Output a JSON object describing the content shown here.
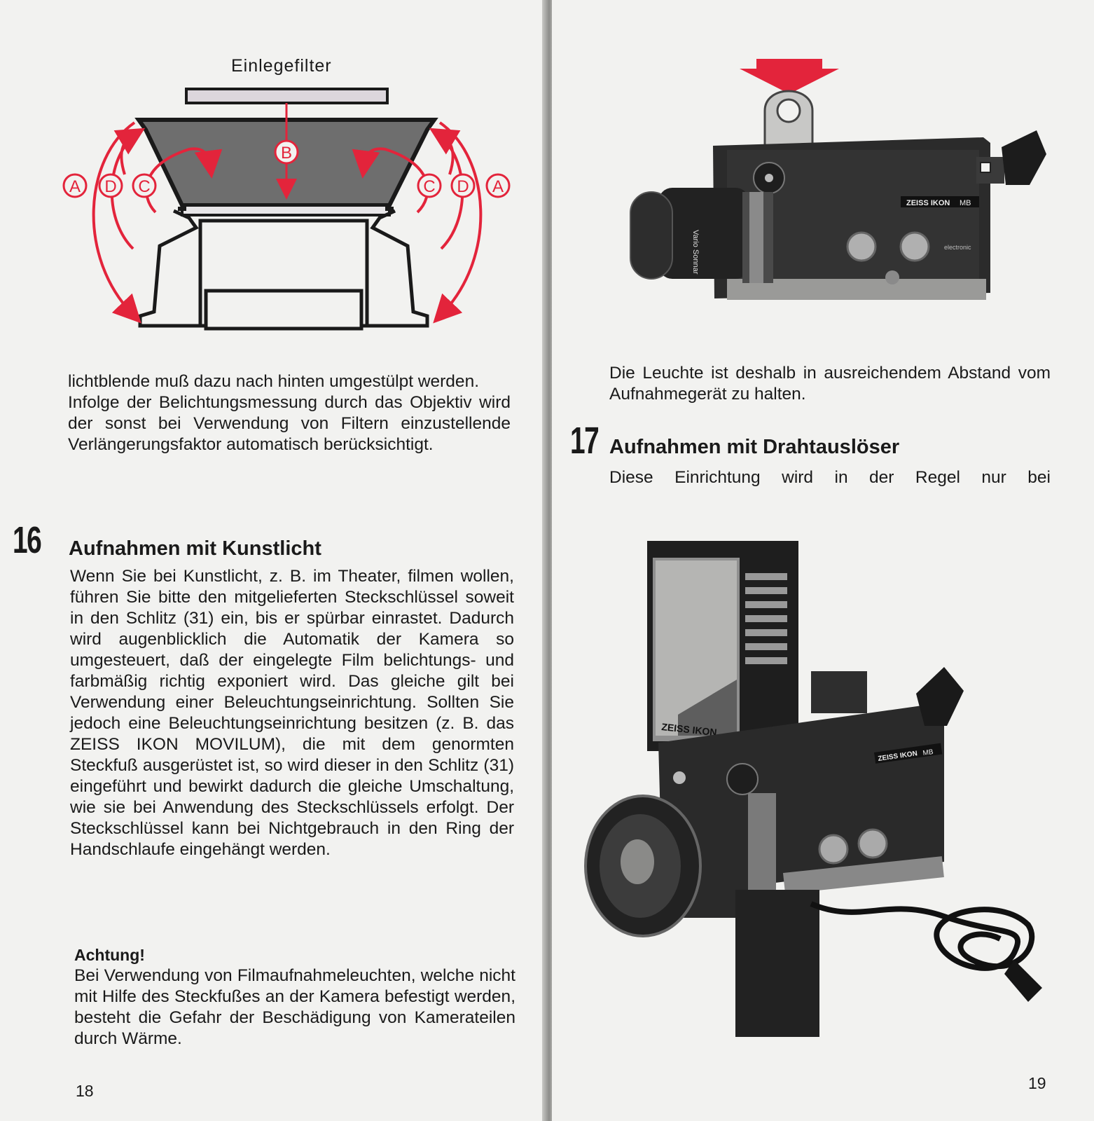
{
  "left_page": {
    "diagram": {
      "label": "Einlegefilter",
      "markers_left": [
        "A",
        "D",
        "C"
      ],
      "marker_center": "B",
      "markers_right": [
        "C",
        "D",
        "A"
      ],
      "accent_color": "#e3243b"
    },
    "continuation": "lichtblende muß dazu nach hinten umgestülpt werden.\nInfolge der Belichtungsmessung durch das Objektiv wird der sonst bei Verwendung von Filtern einzustellende Verlängerungsfaktor automatisch berücksichtigt.",
    "section_16": {
      "number": "16",
      "title": "Aufnahmen mit Kunstlicht",
      "body": "Wenn Sie bei Kunstlicht, z. B. im Theater, filmen wollen, führen Sie bitte den mitgelieferten Steckschlüssel soweit in den Schlitz (31) ein, bis er spürbar einrastet. Dadurch wird augenblicklich die Automatik der Kamera so umgesteuert, daß der eingelegte Film belichtungs- und farbmäßig richtig exponiert wird. Das gleiche gilt bei Verwendung einer Beleuchtungseinrichtung. Sollten Sie jedoch eine Beleuchtungseinrichtung besitzen (z. B. das ZEISS IKON MOVILUM), die mit dem genormten Steckfuß ausgerüstet ist, so wird dieser in den Schlitz (31) eingeführt und bewirkt dadurch die gleiche Umschaltung, wie sie bei Anwendung des Steckschlüssels erfolgt. Der Steckschlüssel kann bei Nichtgebrauch in den Ring der Handschlaufe eingehängt werden."
    },
    "warning": {
      "title": "Achtung!",
      "body": "Bei Verwendung von Filmaufnahmeleuchten, welche nicht mit Hilfe des Steckfußes an der Kamera befestigt werden, besteht die Gefahr der Beschädigung von Kamerateilen durch Wärme."
    },
    "page_number": "18"
  },
  "right_page": {
    "camera_photo_top": {
      "brand_plate": "ZEISS IKON",
      "model": "MB",
      "badge": "electronic",
      "lens_text": "Vario Sonnar",
      "arrow_color": "#e3243b"
    },
    "caption": "Die Leuchte ist deshalb in ausreichendem Abstand vom Aufnahmegerät zu halten.",
    "section_17": {
      "number": "17",
      "title": "Aufnahmen mit Drahtauslöser",
      "body": "Diese Einrichtung wird in der Regel nur bei"
    },
    "camera_photo_bottom": {
      "lamp_brand": "ZEISS IKON",
      "brand_plate": "ZEISS IKON",
      "model": "MB"
    },
    "page_number": "19"
  }
}
